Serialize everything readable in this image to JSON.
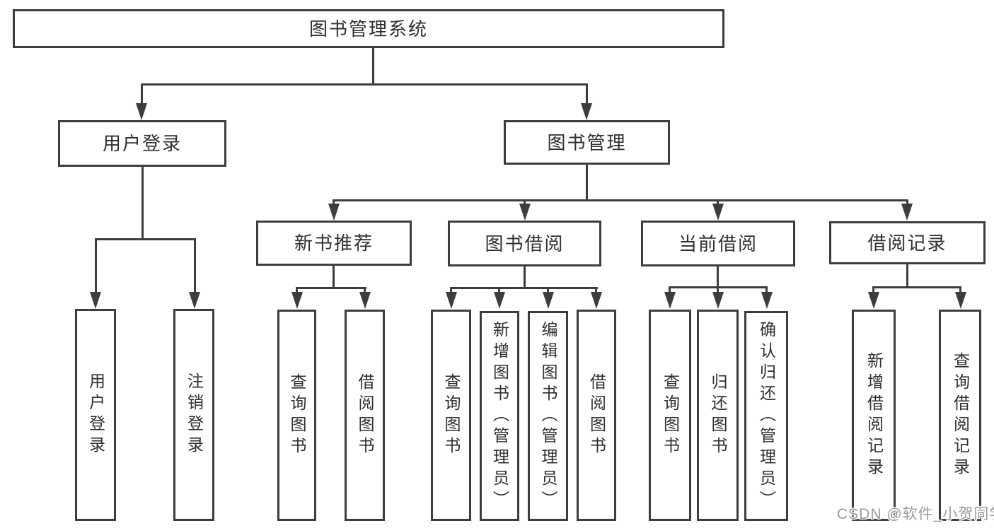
{
  "tree": {
    "root": {
      "label": "图书管理系统"
    },
    "branches": [
      {
        "label": "用户登录",
        "children": [
          {
            "label": "用户登录"
          },
          {
            "label": "注销登录"
          }
        ]
      },
      {
        "label": "图书管理",
        "children": [
          {
            "label": "新书推荐",
            "children": [
              {
                "label": "查询图书"
              },
              {
                "label": "借阅图书"
              }
            ]
          },
          {
            "label": "图书借阅",
            "children": [
              {
                "label": "查询图书"
              },
              {
                "label": "新增图书（管理员）"
              },
              {
                "label": "编辑图书（管理员）"
              },
              {
                "label": "借阅图书"
              }
            ]
          },
          {
            "label": "当前借阅",
            "children": [
              {
                "label": "查询图书"
              },
              {
                "label": "归还图书"
              },
              {
                "label": "确认归还（管理员）"
              }
            ]
          },
          {
            "label": "借阅记录",
            "children": [
              {
                "label": "新增借阅记录"
              },
              {
                "label": "查询借阅记录"
              }
            ]
          }
        ]
      }
    ]
  },
  "watermark": "CSDN @软件_小贺同学",
  "colors": {
    "line": "#3d3d3d",
    "text": "#2f2f2f",
    "box_fill": "#ffffff",
    "watermark": "#9c9c9c",
    "background": "#ffffff"
  }
}
